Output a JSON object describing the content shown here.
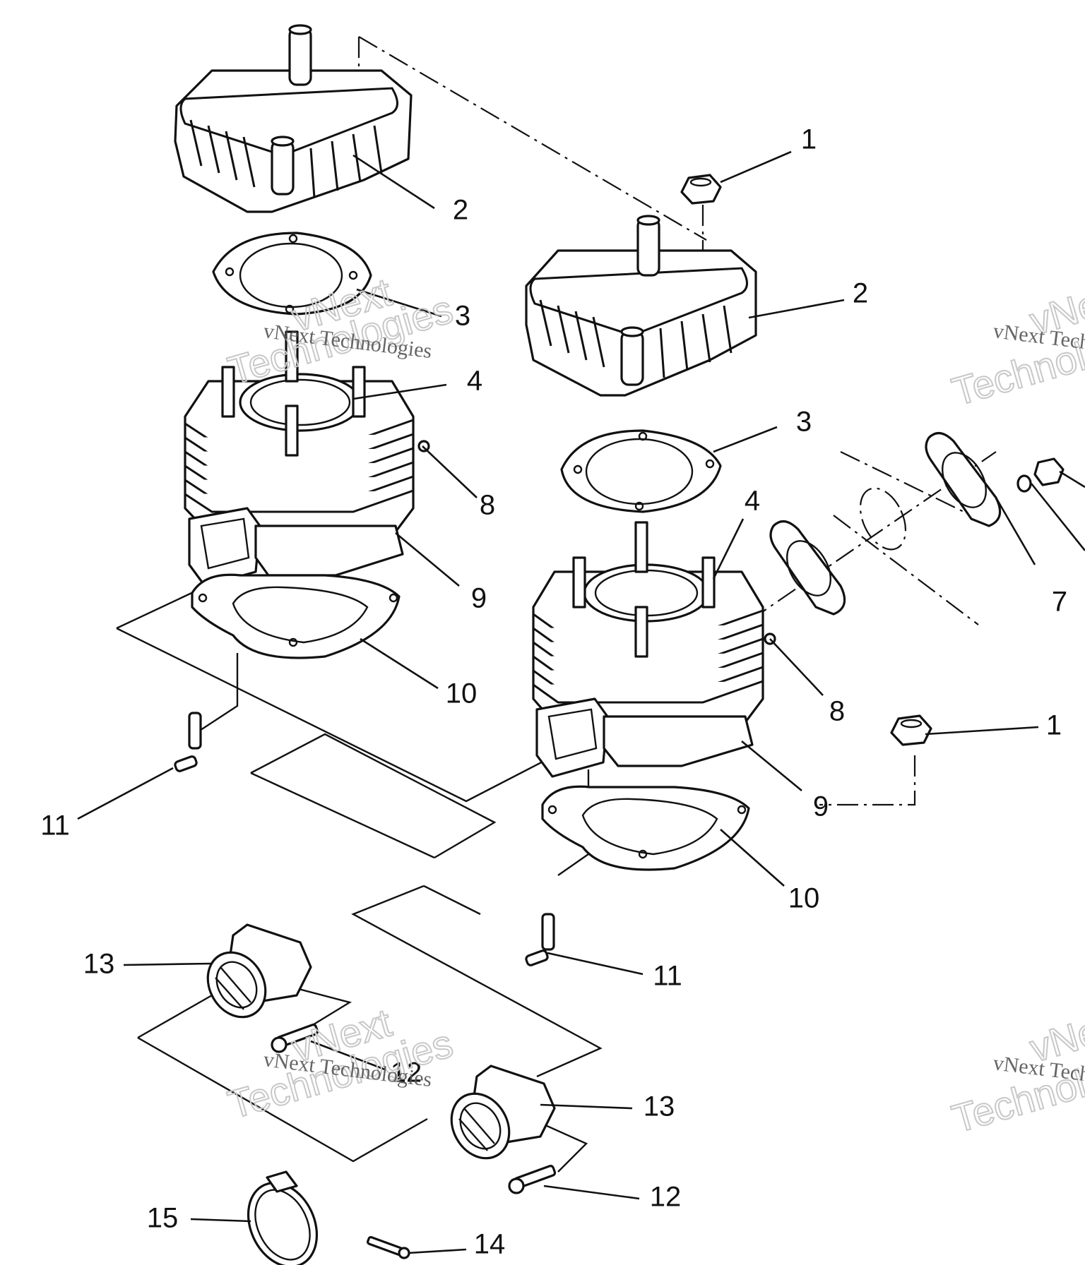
{
  "watermark": {
    "text_a": "vNext Technologies",
    "text_b1": "vNext",
    "text_b2": "Technologies"
  },
  "callouts": {
    "c1_top": "1",
    "c2_left": "2",
    "c2_right": "2",
    "c3_left": "3",
    "c3_right": "3",
    "c4_left": "4",
    "c4_right": "4",
    "c7": "7",
    "c8_left": "8",
    "c8_right": "8",
    "c9_left": "9",
    "c9_right": "9",
    "c10_left": "10",
    "c10_right": "10",
    "c1_right": "1",
    "c11_left": "11",
    "c11_right": "11",
    "c12_left": "12",
    "c12_right": "12",
    "c13_left": "13",
    "c13_right": "13",
    "c14": "14",
    "c15": "15"
  }
}
